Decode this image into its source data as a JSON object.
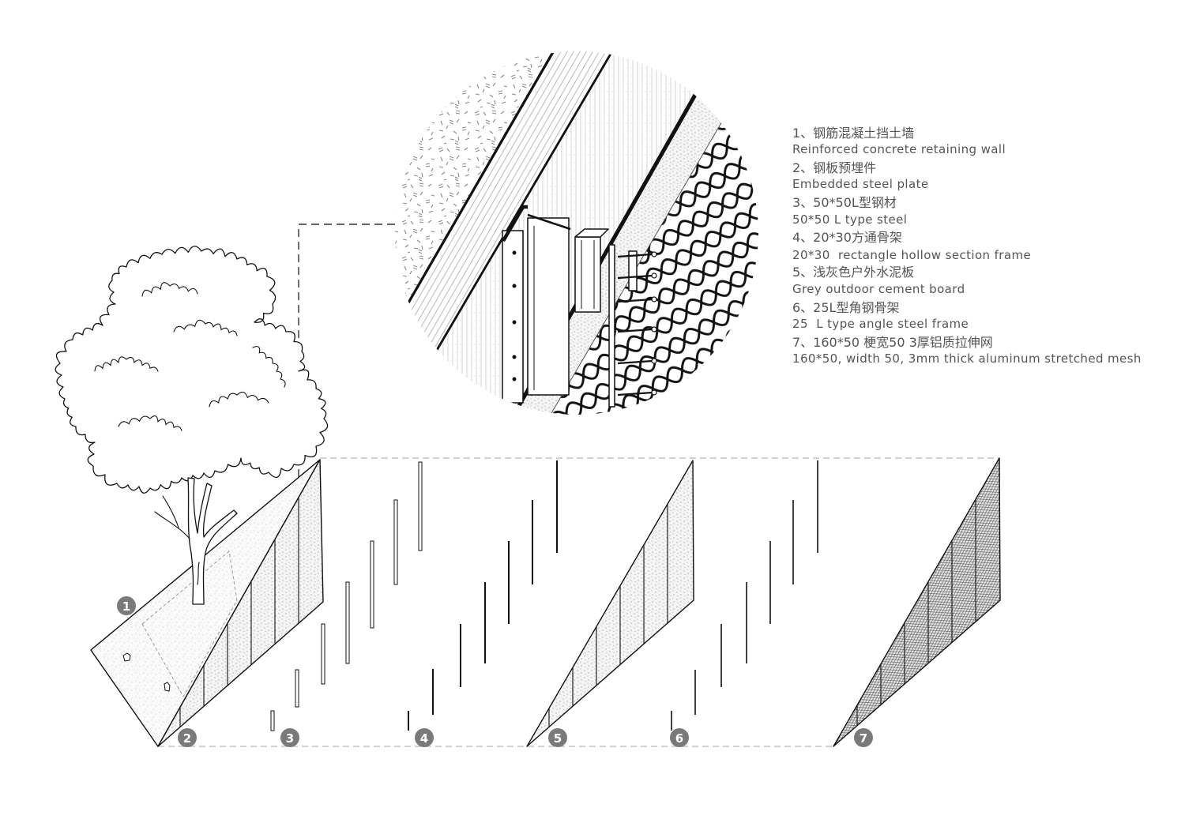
{
  "legend": {
    "items": [
      {
        "zh": "1、钢筋混凝土挡土墙",
        "en": "Reinforced concrete retaining wall"
      },
      {
        "zh": "2、钢板预埋件",
        "en": "Embedded steel plate"
      },
      {
        "zh": "3、50*50L型钢材",
        "en": "50*50 L type steel"
      },
      {
        "zh": "4、20*30方通骨架",
        "en": "20*30  rectangle hollow section frame"
      },
      {
        "zh": "5、浅灰色户外水泥板",
        "en": "Grey outdoor cement board"
      },
      {
        "zh": "6、25L型角钢骨架",
        "en": "25  L type angle steel frame"
      },
      {
        "zh": "7、160*50 梗宽50 3厚铝质拉伸网",
        "en": "160*50, width 50, 3mm thick aluminum stretched mesh"
      }
    ]
  },
  "markers": [
    "1",
    "2",
    "3",
    "4",
    "5",
    "6",
    "7"
  ],
  "colors": {
    "marker": "#7a7a7a",
    "legend_text": "#555555",
    "line": "#111111",
    "guide_dash": "#c2c2c2"
  }
}
